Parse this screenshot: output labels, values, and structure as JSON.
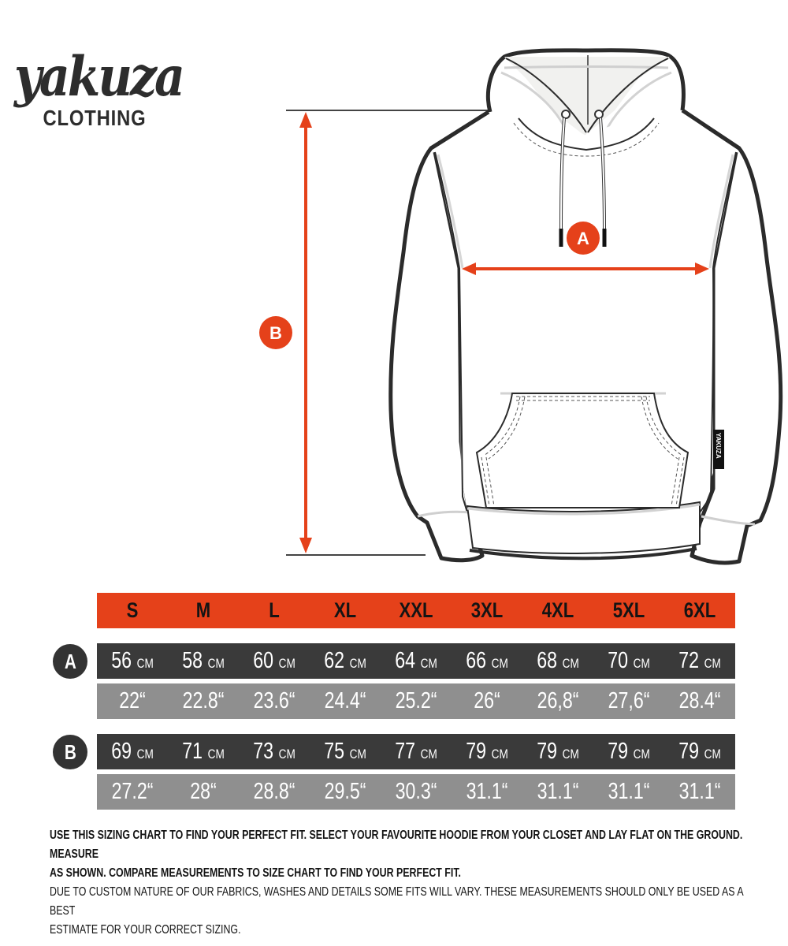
{
  "brand": {
    "name": "yakuza",
    "subtitle": "CLOTHING"
  },
  "illustration": {
    "garment": "hoodie",
    "measure_a_label": "A",
    "measure_b_label": "B",
    "tag_text": "YAKUZA",
    "accent_color": "#e5411a",
    "outline_color": "#2b2b2b"
  },
  "size_chart": {
    "sizes": [
      "S",
      "M",
      "L",
      "XL",
      "XXL",
      "3XL",
      "4XL",
      "5XL",
      "6XL"
    ],
    "unit_cm": "CM",
    "rows": [
      {
        "label": "A",
        "cm": [
          "56",
          "58",
          "60",
          "62",
          "64",
          "66",
          "68",
          "70",
          "72"
        ],
        "inches": [
          "22“",
          "22.8“",
          "23.6“",
          "24.4“",
          "25.2“",
          "26“",
          "26,8“",
          "27,6“",
          "28.4“"
        ]
      },
      {
        "label": "B",
        "cm": [
          "69",
          "71",
          "73",
          "75",
          "77",
          "79",
          "79",
          "79",
          "79"
        ],
        "inches": [
          "27.2“",
          "28“",
          "28.8“",
          "29.5“",
          "30.3“",
          "31.1“",
          "31.1“",
          "31.1“",
          "31.1“"
        ]
      }
    ],
    "colors": {
      "header_bg": "#e5411a",
      "cm_row_bg": "#3a3a3a",
      "inch_row_bg": "#8f8f8f"
    }
  },
  "notes": {
    "line1": "USE THIS SIZING CHART TO FIND YOUR PERFECT FIT. SELECT YOUR FAVOURITE HOODIE FROM YOUR CLOSET AND LAY FLAT ON THE GROUND. MEASURE",
    "line2": "AS SHOWN. COMPARE MEASUREMENTS TO SIZE CHART TO FIND YOUR PERFECT FIT.",
    "line3": "DUE TO CUSTOM NATURE OF OUR FABRICS, WASHES AND DETAILS SOME FITS WILL VARY. THESE MEASUREMENTS SHOULD ONLY BE USED AS A BEST",
    "line4": "ESTIMATE FOR YOUR CORRECT SIZING."
  }
}
